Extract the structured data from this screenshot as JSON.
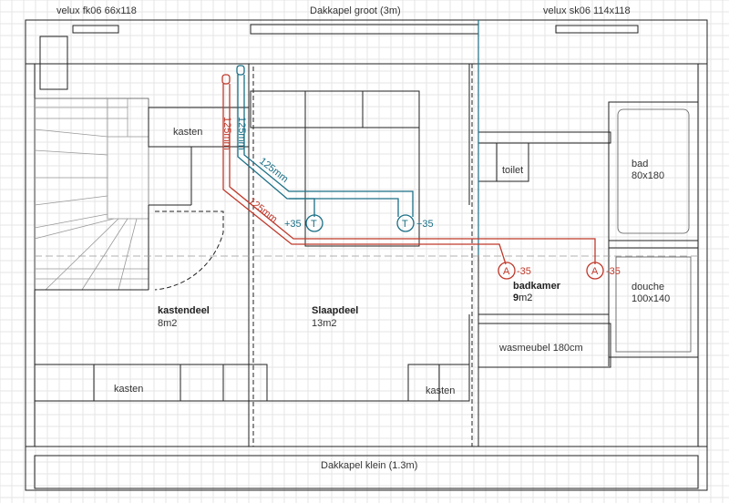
{
  "labels": {
    "velux_left": "velux fk06 66x118",
    "dakkapel_groot": "Dakkapel groot (3m)",
    "velux_right": "velux sk06 114x118",
    "kasten_top": "kasten",
    "toilet": "toilet",
    "bad": "bad",
    "bad_size": "80x180",
    "kastendeel": "kastendeel",
    "kastendeel_area": "8m2",
    "slaapdeel": "Slaapdeel",
    "slaapdeel_area": "13m2",
    "badkamer": "badkamer",
    "badkamer_area_num": "9",
    "badkamer_area_unit": "m2",
    "douche": "douche",
    "douche_size": "100x140",
    "wasmeubel": "wasmeubel 180cm",
    "kasten_left": "kasten",
    "kasten_right": "kasten",
    "dakkapel_klein": "Dakkapel klein (1.3m)"
  },
  "ducts": {
    "blue_label_1": "125mm",
    "blue_label_2": "125mm",
    "red_label_1": "125mm",
    "red_label_2": "125mm",
    "supply_valve_symbol": "T",
    "supply_value": "+35",
    "exhaust_valve_symbol": "A",
    "exhaust_value": "-35",
    "colors": {
      "supply": "#1b6f86",
      "exhaust": "#c0392b"
    }
  }
}
